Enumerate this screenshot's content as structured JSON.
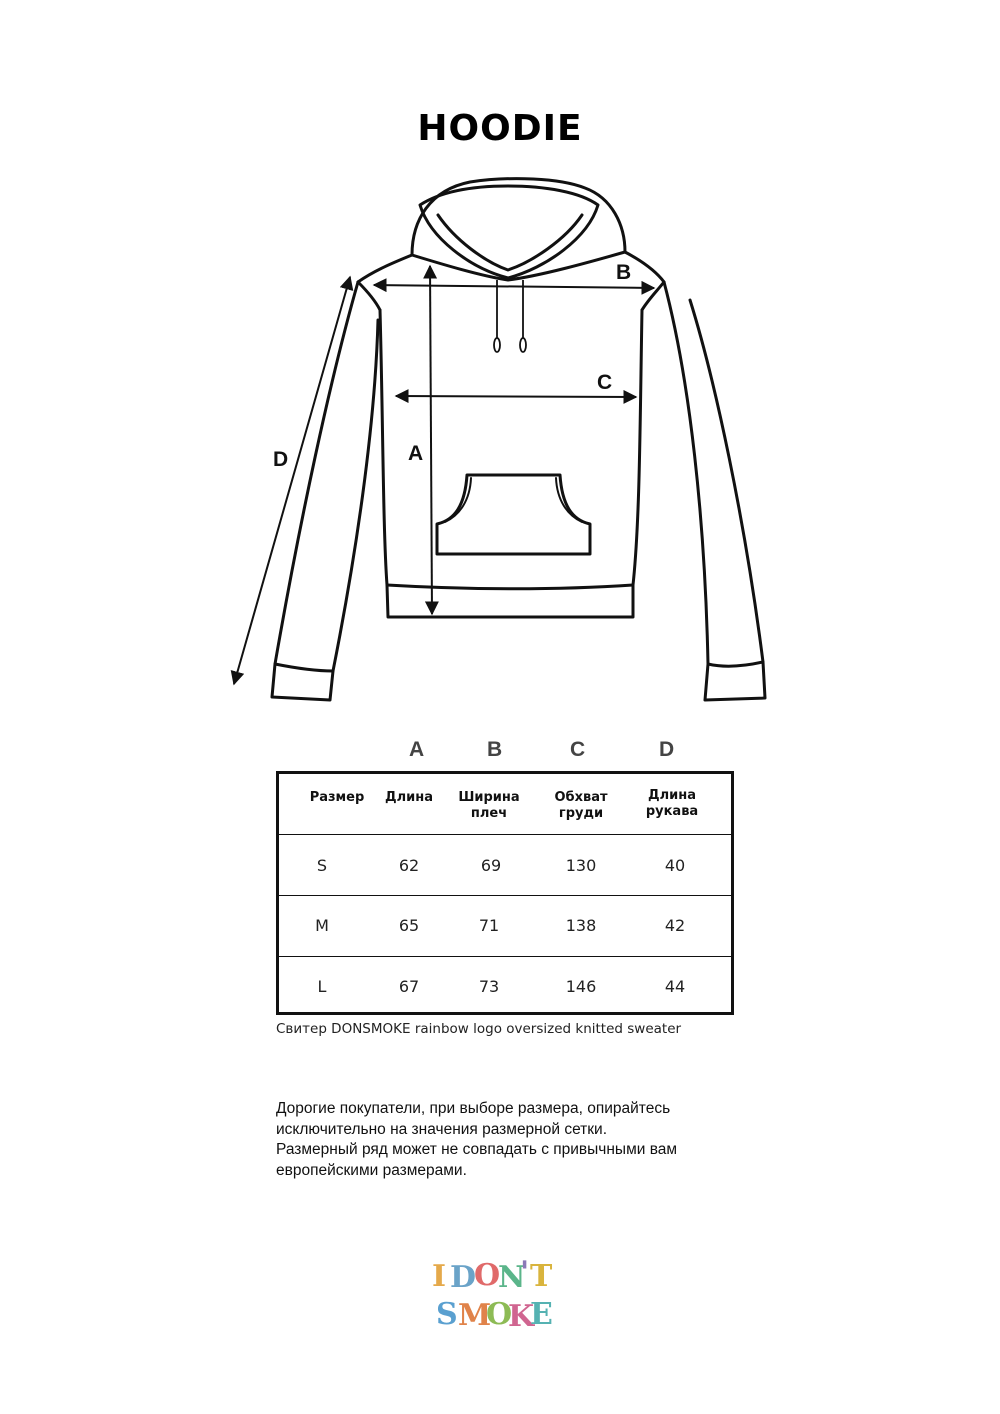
{
  "title": "HOODIE",
  "diagram": {
    "labels": {
      "a": "A",
      "b": "B",
      "c": "C",
      "d": "D"
    }
  },
  "column_letters": [
    "A",
    "B",
    "C",
    "D"
  ],
  "table": {
    "headers": [
      [
        "Размер"
      ],
      [
        "Длина"
      ],
      [
        "Ширина",
        "плеч"
      ],
      [
        "Обхват",
        "груди"
      ],
      [
        "Длина",
        "рукава"
      ]
    ],
    "rows": [
      [
        "S",
        "62",
        "69",
        "130",
        "40"
      ],
      [
        "M",
        "65",
        "71",
        "138",
        "42"
      ],
      [
        "L",
        "67",
        "73",
        "146",
        "44"
      ]
    ]
  },
  "caption": "Свитер DONSMOKE rainbow logo oversized knitted sweater",
  "note_lines": [
    "Дорогие покупатели, при выборе размера, опирайтесь",
    "исключительно на значения размерной сетки.",
    "Размерный ряд может не совпадать с привычными вам",
    "европейскими размерами."
  ],
  "logo": {
    "line1": [
      "I",
      "D",
      "O",
      "N",
      "'",
      "T"
    ],
    "line2": [
      "S",
      "M",
      "O",
      "K",
      "E"
    ],
    "colors1": [
      "#e5a94a",
      "#6aa3c8",
      "#e06a6a",
      "#5bb58a",
      "#8c79b8",
      "#d9b43d"
    ],
    "colors2": [
      "#5aa0d0",
      "#e0834a",
      "#8dbb55",
      "#d06590",
      "#55b2b2"
    ]
  }
}
